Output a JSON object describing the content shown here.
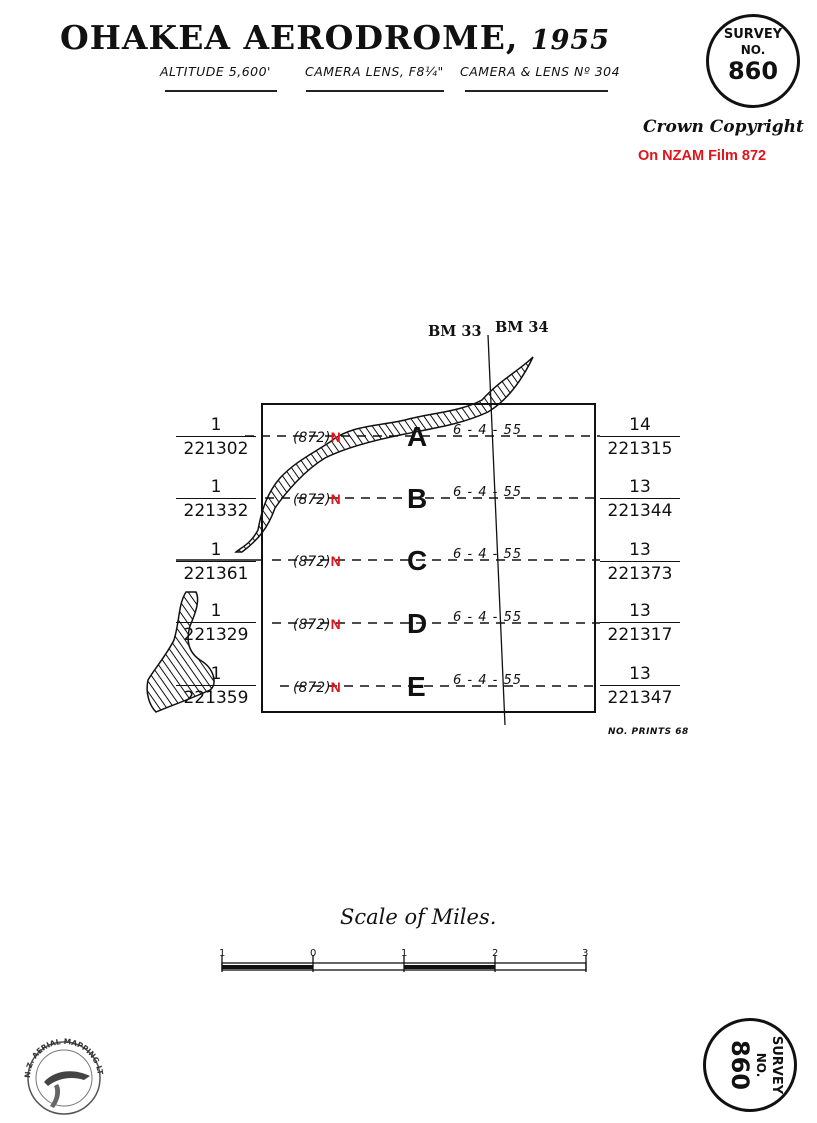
{
  "title": {
    "main": "OHAKEA AERODROME",
    "comma": ",",
    "year": "1955"
  },
  "subtitle": {
    "altitude": "ALTITUDE 5,600'",
    "lens": "CAMERA LENS, F8¼\"",
    "camera": "CAMERA & LENS Nº 304"
  },
  "badge_top": {
    "line1": "SURVEY",
    "line2": "NO.",
    "number": "860"
  },
  "badge_bottom": {
    "line1": "SURVEY",
    "line2": "NO.",
    "number": "860"
  },
  "copyright": "Crown Copyright",
  "film_note": {
    "text": "On NZAM Film 872",
    "color": "#e0141b"
  },
  "benchmarks": {
    "left": "BM 33",
    "right": "BM 34"
  },
  "film_prefix": "(872)",
  "film_marker": "N",
  "runs": [
    {
      "letter": "A",
      "date": "6 - 4 - 55",
      "left_top": "1",
      "left_bottom": "221302",
      "right_top": "14",
      "right_bottom": "221315"
    },
    {
      "letter": "B",
      "date": "6 - 4 - 55",
      "left_top": "1",
      "left_bottom": "221332",
      "right_top": "13",
      "right_bottom": "221344"
    },
    {
      "letter": "C",
      "date": "6 - 4 - 55",
      "left_top": "1",
      "left_bottom": "221361",
      "right_top": "13",
      "right_bottom": "221373"
    },
    {
      "letter": "D",
      "date": "6 - 4 - 55",
      "left_top": "1",
      "left_bottom": "221329",
      "right_top": "13",
      "right_bottom": "221317"
    },
    {
      "letter": "E",
      "date": "6 - 4 - 55",
      "left_top": "1",
      "left_bottom": "221359",
      "right_top": "13",
      "right_bottom": "221347"
    }
  ],
  "prints": "NO. PRINTS 68",
  "scale": {
    "title": "Scale of Miles.",
    "labels": [
      "1",
      "0",
      "1",
      "2",
      "3"
    ]
  },
  "logo_text": "N.Z. AERIAL MAPPING LTD"
}
